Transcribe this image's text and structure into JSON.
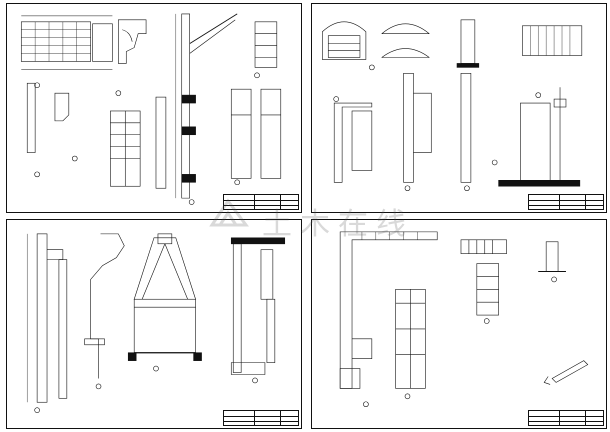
{
  "document": {
    "type": "architectural construction detail drawings",
    "sheets": [
      {
        "id": "sheet-1",
        "has_title_block": true
      },
      {
        "id": "sheet-2",
        "has_title_block": true
      },
      {
        "id": "sheet-3",
        "has_title_block": true
      },
      {
        "id": "sheet-4",
        "has_title_block": true
      }
    ]
  },
  "watermark": {
    "text": "土木在线",
    "color": "#555555"
  },
  "colors": {
    "line": "#111111",
    "background": "#ffffff"
  }
}
